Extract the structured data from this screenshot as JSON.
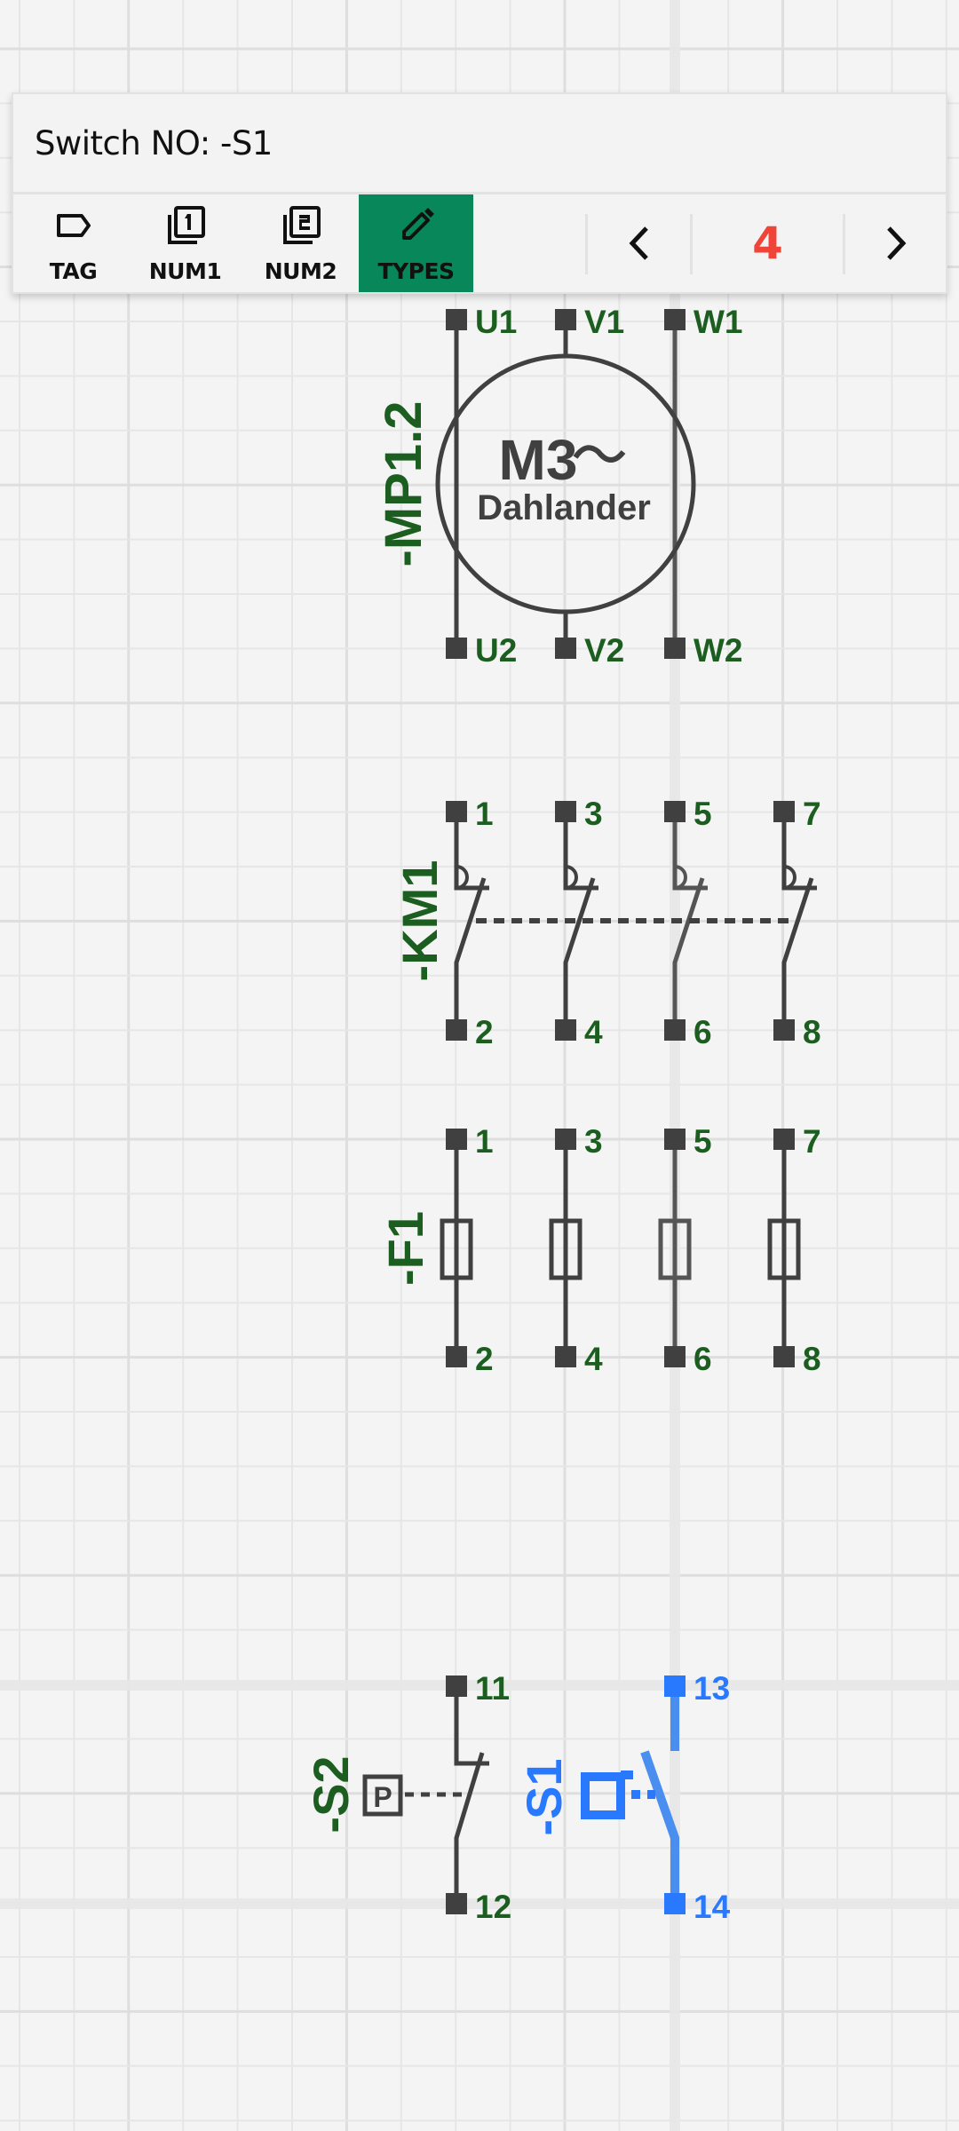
{
  "panel": {
    "title": "Switch NO: -S1",
    "tools": [
      {
        "label": "TAG",
        "icon": "tag-icon",
        "active": false
      },
      {
        "label": "NUM1",
        "icon": "filter-1-icon",
        "active": false
      },
      {
        "label": "NUM2",
        "icon": "filter-2-icon",
        "active": false
      },
      {
        "label": "TYPES",
        "icon": "pencil-icon",
        "active": true
      }
    ],
    "prev_icon": "chevron-left-icon",
    "next_icon": "chevron-right-icon",
    "page": "4"
  },
  "colors": {
    "background": "#f4f4f4",
    "grid_minor": "#e4e4e4",
    "grid_major": "#dedede",
    "guide_band": "#e7e7e7",
    "wire": "#404040",
    "label_green": "#1b5e20",
    "selected_blue": "#2979ff",
    "active_tool": "#07875a",
    "page_number": "#f04438"
  },
  "schematic": {
    "motor": {
      "tag": "-MP1.2",
      "type_line1": "M3",
      "type_symbol": "~",
      "type_line2": "Dahlander",
      "top_terminals": [
        "U1",
        "V1",
        "W1"
      ],
      "bottom_terminals": [
        "U2",
        "V2",
        "W2"
      ]
    },
    "contactor": {
      "tag": "-KM1",
      "top_terminals": [
        "1",
        "3",
        "5",
        "7"
      ],
      "bottom_terminals": [
        "2",
        "4",
        "6",
        "8"
      ]
    },
    "fuse": {
      "tag": "-F1",
      "top_terminals": [
        "1",
        "3",
        "5",
        "7"
      ],
      "bottom_terminals": [
        "2",
        "4",
        "6",
        "8"
      ]
    },
    "switch_nc": {
      "tag": "-S2",
      "actuator": "P",
      "top_terminal": "11",
      "bottom_terminal": "12"
    },
    "switch_no": {
      "tag": "-S1",
      "selected": true,
      "top_terminal": "13",
      "bottom_terminal": "14"
    }
  }
}
